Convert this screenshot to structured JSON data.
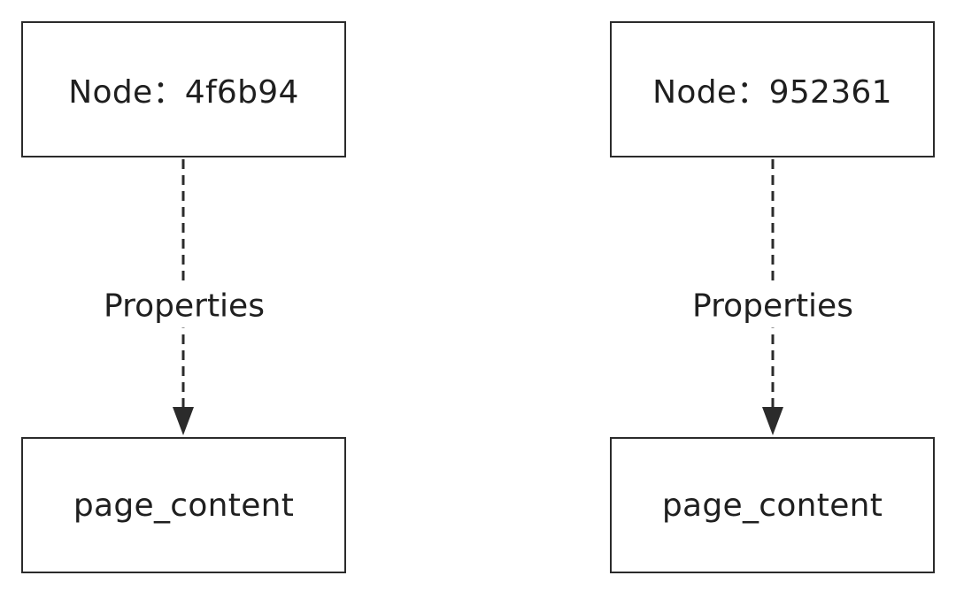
{
  "diagram": {
    "type": "node-graph",
    "groups": [
      {
        "source": {
          "label": "Node：4f6b94"
        },
        "edge": {
          "label": "Properties",
          "style": "dashed",
          "direction": "down"
        },
        "target": {
          "label": "page_content"
        }
      },
      {
        "source": {
          "label": "Node：952361"
        },
        "edge": {
          "label": "Properties",
          "style": "dashed",
          "direction": "down"
        },
        "target": {
          "label": "page_content"
        }
      }
    ],
    "colors": {
      "stroke": "#2b2b2b",
      "text": "#1f1f1f",
      "background": "#ffffff"
    }
  }
}
